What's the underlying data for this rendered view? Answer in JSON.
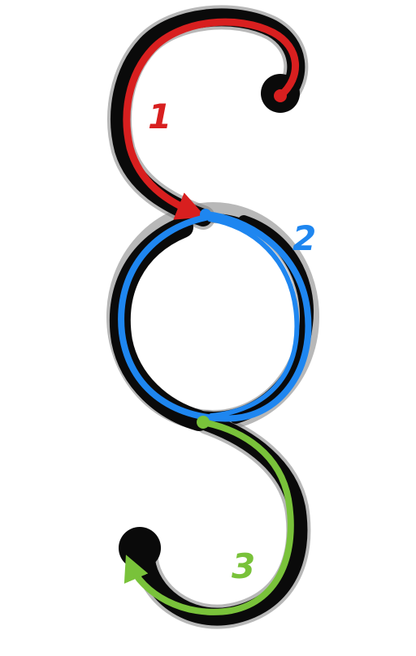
{
  "steps": [
    {
      "number": "1",
      "color": "#d81f1f"
    },
    {
      "number": "2",
      "color": "#1e86f0"
    },
    {
      "number": "3",
      "color": "#79c23a"
    }
  ],
  "glyph": {
    "color": "#0a0a0a"
  },
  "background": "#ffffff"
}
